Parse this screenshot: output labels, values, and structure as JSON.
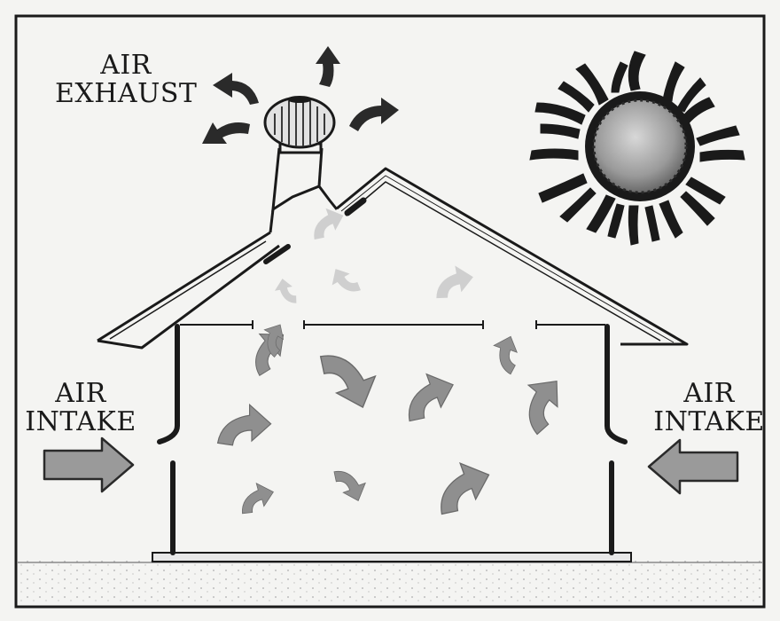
{
  "labels": {
    "exhaust": [
      "AIR",
      "EXHAUST"
    ],
    "intake_left": [
      "AIR",
      "INTAKE"
    ],
    "intake_right": [
      "AIR",
      "INTAKE"
    ]
  },
  "colors": {
    "ink": "#1a1a1a",
    "flow_arrow": "#8f8f8f",
    "faint_arrow": "#cfcfcf",
    "sun_core": "#9a9a9a",
    "background": "#f4f4f2"
  },
  "icons": [
    "turbine-vent-icon",
    "sun-icon",
    "airflow-arrow-icon"
  ]
}
